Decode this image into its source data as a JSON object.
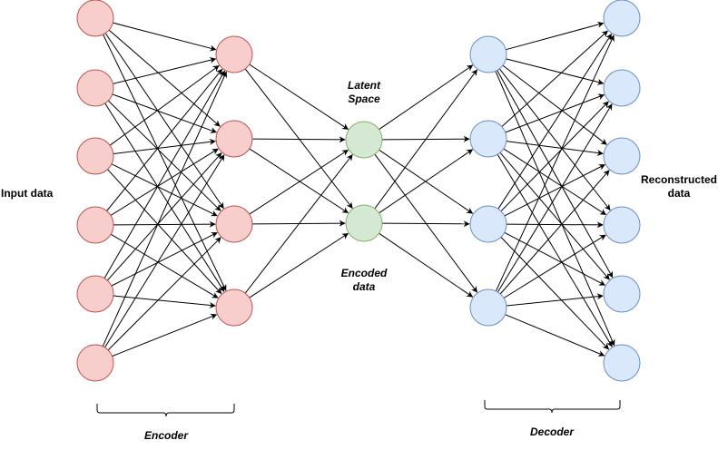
{
  "colors": {
    "input_fill": "#f8cecc",
    "input_stroke": "#b85450",
    "latent_fill": "#d5e8d4",
    "latent_stroke": "#82b366",
    "output_fill": "#dae8fc",
    "output_stroke": "#6c8ebf",
    "edge": "#000000"
  },
  "layers": [
    {
      "name": "input",
      "count": 6,
      "color": "input"
    },
    {
      "name": "encoder-hidden",
      "count": 4,
      "color": "input"
    },
    {
      "name": "latent",
      "count": 2,
      "color": "latent"
    },
    {
      "name": "decoder-hidden",
      "count": 4,
      "color": "output"
    },
    {
      "name": "output",
      "count": 6,
      "color": "output"
    }
  ],
  "connectivity": "fully-connected",
  "labels": {
    "input": "Input data",
    "output_line1": "Reconstructed",
    "output_line2": "data",
    "latent_line1": "Latent",
    "latent_line2": "Space",
    "encoded_line1": "Encoded",
    "encoded_line2": "data",
    "encoder": "Encoder",
    "decoder": "Decoder"
  }
}
